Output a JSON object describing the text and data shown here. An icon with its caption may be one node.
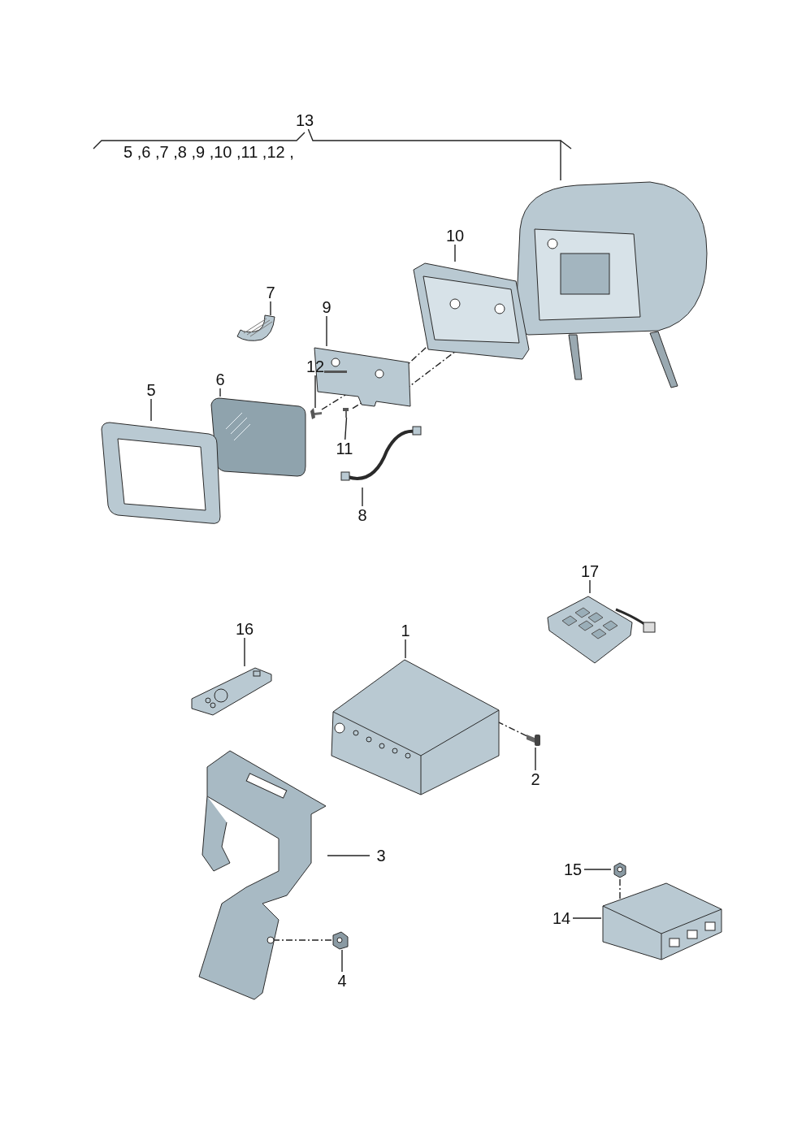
{
  "diagram": {
    "nodes": [
      {
        "text": [
          "13"
        ]
      },
      {
        "text": [
          "10"
        ]
      },
      {
        "text": [
          "7"
        ]
      },
      {
        "text": [
          "9"
        ]
      },
      {
        "text": [
          "12"
        ]
      },
      {
        "text": [
          "6"
        ]
      },
      {
        "text": [
          "5"
        ]
      },
      {
        "text": [
          "11"
        ]
      },
      {
        "text": [
          "8"
        ]
      },
      {
        "text": [
          "17"
        ]
      },
      {
        "text": [
          "16"
        ]
      },
      {
        "text": [
          "1"
        ]
      },
      {
        "text": [
          "2"
        ]
      },
      {
        "text": [
          "3"
        ]
      },
      {
        "text": [
          "15"
        ]
      },
      {
        "text": [
          "14"
        ]
      },
      {
        "text": [
          "4"
        ]
      },
      {
        "text": [],
        "shape": "picture"
      },
      {
        "text": [],
        "shape": "picture"
      },
      {
        "text": [],
        "shape": "picture"
      },
      {
        "text": [],
        "shape": "picture"
      },
      {
        "text": [],
        "shape": "picture"
      },
      {
        "text": [],
        "shape": "picture"
      },
      {
        "text": [],
        "shape": "picture"
      },
      {
        "text": [],
        "shape": "picture"
      },
      {
        "text": [],
        "shape": "picture"
      },
      {
        "text": [],
        "shape": "picture"
      },
      {
        "text": [],
        "shape": "picture"
      },
      {
        "text": [],
        "shape": "picture"
      },
      {
        "text": [],
        "shape": "picture"
      },
      {
        "text": [],
        "shape": "picture"
      },
      {
        "text": [],
        "shape": "picture"
      },
      {
        "text": [],
        "shape": "picture"
      },
      {
        "text": [],
        "shape": "picture"
      }
    ],
    "edges": [
      {
        "from": 0,
        "to": 17,
        "arrow": "none"
      },
      {
        "from": 1,
        "to": 18,
        "arrow": "none"
      },
      {
        "from": 2,
        "to": 19,
        "arrow": "none"
      },
      {
        "from": 3,
        "to": 20,
        "arrow": "none"
      },
      {
        "from": 4,
        "to": 21,
        "arrow": "none"
      },
      {
        "from": 5,
        "to": 22,
        "arrow": "none"
      },
      {
        "from": 6,
        "to": 23,
        "arrow": "none"
      },
      {
        "from": 7,
        "to": 24,
        "arrow": "none"
      },
      {
        "from": 8,
        "to": 25,
        "arrow": "none"
      },
      {
        "from": 9,
        "to": 26,
        "arrow": "none"
      },
      {
        "from": 10,
        "to": 27,
        "arrow": "none"
      },
      {
        "from": 11,
        "to": 28,
        "arrow": "none"
      },
      {
        "from": 12,
        "to": 29,
        "arrow": "none"
      },
      {
        "from": 13,
        "to": 30,
        "arrow": "none"
      },
      {
        "from": 14,
        "to": 31,
        "arrow": "none"
      },
      {
        "from": 15,
        "to": 32,
        "arrow": "none"
      },
      {
        "from": 16,
        "to": 33,
        "arrow": "none"
      },
      {
        "from": 21,
        "to": 20,
        "arrow": "none",
        "style": "dashed"
      },
      {
        "from": 24,
        "to": 20,
        "arrow": "none",
        "style": "dashed"
      },
      {
        "from": 20,
        "to": 18,
        "arrow": "none",
        "style": "dashed"
      },
      {
        "from": 20,
        "to": 18,
        "arrow": "none",
        "style": "dashed"
      },
      {
        "from": 29,
        "to": 28,
        "arrow": "none",
        "style": "dashed"
      },
      {
        "from": 31,
        "to": 32,
        "arrow": "none",
        "style": "dashed"
      },
      {
        "from": 33,
        "to": 30,
        "arrow": "none",
        "style": "dashed"
      }
    ],
    "labels": [
      "5 ,6 ,7 ,8 ,9 ,10 ,11 ,12 ,"
    ]
  }
}
